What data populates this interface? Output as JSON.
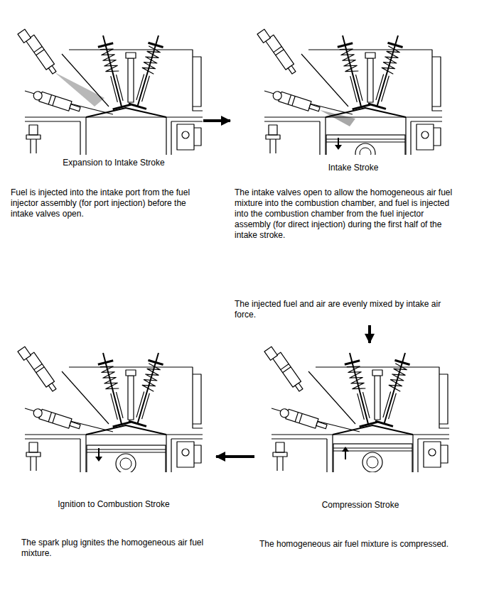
{
  "diagram": {
    "nodes": [
      {
        "text": [
          "Expansion to Intake Stroke",
          "Fuel is injected into the intake port from the fuel injector assembly (for port injection) before the intake valves open."
        ]
      },
      {
        "text": [
          "Intake Stroke",
          "The intake valves open to allow the homogeneous air fuel mixture into the combustion chamber, and fuel is injected into the combustion chamber from the fuel injector assembly (for direct injection) during the first half of the intake stroke.",
          "The injected fuel and air are evenly mixed by intake air force."
        ]
      },
      {
        "text": [
          "Ignition to Combustion Stroke",
          "The spark plug ignites the homogeneous air fuel mixture."
        ]
      },
      {
        "text": [
          "Compression Stroke",
          "The homogeneous air fuel mixture is compressed."
        ]
      }
    ],
    "edges": [
      {
        "from": 0,
        "to": 1,
        "arrow": "to"
      },
      {
        "from": 1,
        "to": 3,
        "arrow": "to"
      },
      {
        "from": 3,
        "to": 2,
        "arrow": "to"
      }
    ]
  }
}
